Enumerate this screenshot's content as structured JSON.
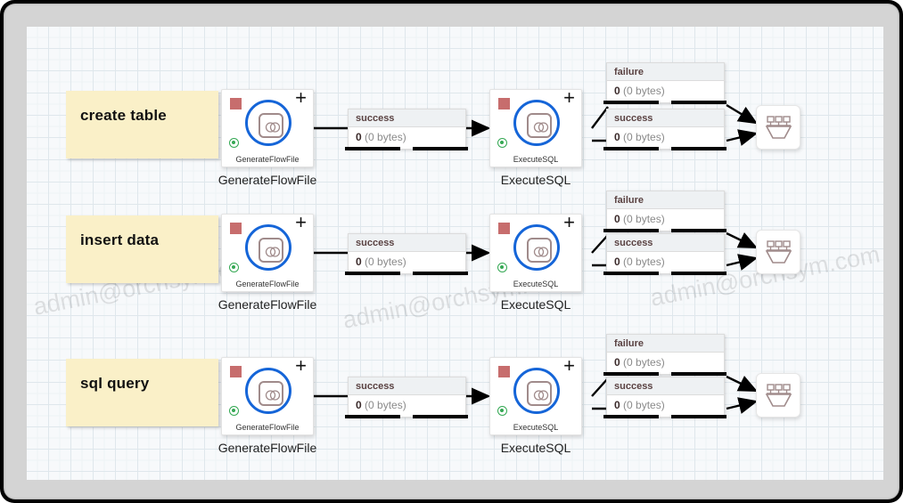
{
  "app": {
    "watermark_text": "admin@orchsym.com",
    "canvas_name": "dataflow-canvas"
  },
  "colors": {
    "sticky_note": "#faf0c8",
    "processor_ring": "#1565d8",
    "stop_square": "#c76d6d",
    "status_running": "#34a853",
    "glyph_border": "#a08b8b",
    "edge": "#000000",
    "grid": "#dfe7ec",
    "canvas_bg": "#f7f9fb"
  },
  "icons": {
    "processor": "flowfile-link-icon",
    "funnel": "funnel-icon",
    "add": "plus-icon",
    "stop": "stop-square-icon",
    "status": "running-status-icon"
  },
  "rows": [
    {
      "note": "create table",
      "source": {
        "inner_label": "GenerateFlowFile",
        "caption": "GenerateFlowFile",
        "add_label": "+"
      },
      "mid_connection": {
        "relationship": "success",
        "count": "0",
        "size": "(0 bytes)"
      },
      "target": {
        "inner_label": "ExecuteSQL",
        "caption": "ExecuteSQL",
        "add_label": "+"
      },
      "out_connections": [
        {
          "relationship": "failure",
          "count": "0",
          "size": "(0 bytes)"
        },
        {
          "relationship": "success",
          "count": "0",
          "size": "(0 bytes)"
        }
      ]
    },
    {
      "note": "insert data",
      "source": {
        "inner_label": "GenerateFlowFile",
        "caption": "GenerateFlowFile",
        "add_label": "+"
      },
      "mid_connection": {
        "relationship": "success",
        "count": "0",
        "size": "(0 bytes)"
      },
      "target": {
        "inner_label": "ExecuteSQL",
        "caption": "ExecuteSQL",
        "add_label": "+"
      },
      "out_connections": [
        {
          "relationship": "failure",
          "count": "0",
          "size": "(0 bytes)"
        },
        {
          "relationship": "success",
          "count": "0",
          "size": "(0 bytes)"
        }
      ]
    },
    {
      "note": "sql query",
      "source": {
        "inner_label": "GenerateFlowFile",
        "caption": "GenerateFlowFile",
        "add_label": "+"
      },
      "mid_connection": {
        "relationship": "success",
        "count": "0",
        "size": "(0 bytes)"
      },
      "target": {
        "inner_label": "ExecuteSQL",
        "caption": "ExecuteSQL",
        "add_label": "+"
      },
      "out_connections": [
        {
          "relationship": "failure",
          "count": "0",
          "size": "(0 bytes)"
        },
        {
          "relationship": "success",
          "count": "0",
          "size": "(0 bytes)"
        }
      ]
    }
  ]
}
